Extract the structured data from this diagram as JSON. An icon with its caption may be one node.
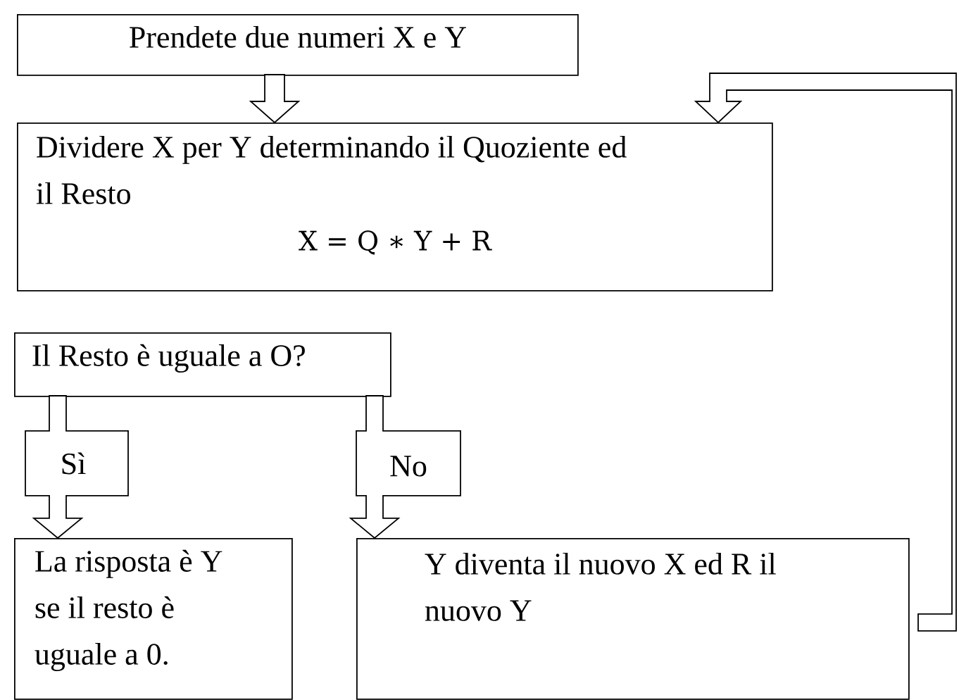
{
  "diagram": {
    "nodes": [
      {
        "text": [
          "Prendete due numeri X e Y"
        ]
      },
      {
        "text": [
          "Dividere X per Y determinando il Quoziente ed il Resto",
          "X = Q ∗ Y + R"
        ]
      },
      {
        "text": [
          "Il Resto è uguale a O?"
        ]
      },
      {
        "text": [
          "La risposta è Y se il resto è uguale a 0."
        ]
      },
      {
        "text": [
          "Y diventa il nuovo X ed R il nuovo Y"
        ]
      }
    ],
    "edges": [
      {
        "from": 0,
        "to": 1,
        "arrow": "to"
      },
      {
        "from": 2,
        "to": 3,
        "arrow": "to",
        "label": "Sì"
      },
      {
        "from": 2,
        "to": 4,
        "arrow": "to",
        "label": "No"
      },
      {
        "from": 4,
        "to": 1,
        "arrow": "to"
      }
    ]
  }
}
